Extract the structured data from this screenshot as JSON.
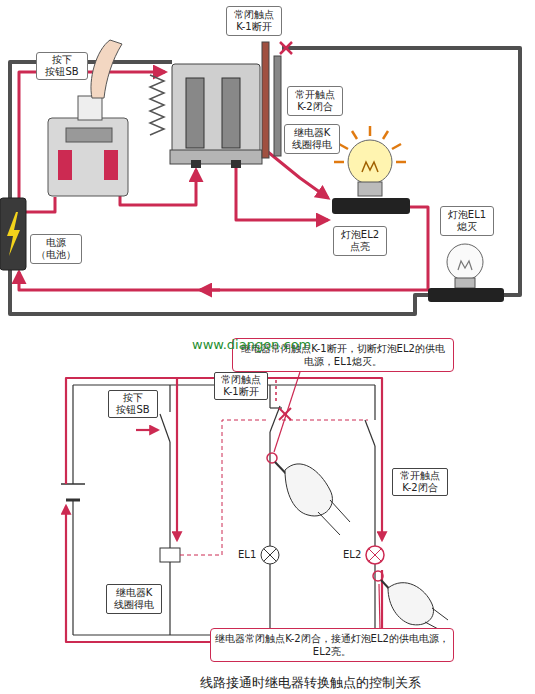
{
  "diagram": {
    "caption": "线路接通时继电器转换触点的控制关系",
    "nodes": [
      {
        "text": [
          "常闭触点 K-1断开"
        ]
      },
      {
        "text": [
          "按下 按钮SB"
        ]
      },
      {
        "text": [
          "常开触点 K-2闭合"
        ]
      },
      {
        "text": [
          "继电器K 线圈得电"
        ]
      },
      {
        "text": [
          "灯泡EL1 熄灭"
        ]
      },
      {
        "text": [
          "灯泡EL2 点亮"
        ]
      },
      {
        "text": [
          "电源 （电池）"
        ]
      },
      {
        "text": [
          "继电器常闭触点K-1断开，切断灯泡EL2的供电电源，EL1熄灭。"
        ]
      },
      {
        "text": [
          "按下 按钮SB"
        ]
      },
      {
        "text": [
          "常闭触点 K-1断开"
        ]
      },
      {
        "text": [
          "常开触点 K-2闭合"
        ]
      },
      {
        "text": [
          "继电器K 线圈得电"
        ]
      },
      {
        "text": [
          "继电器常闭触点K-2闭合，接通灯泡EL2的供电电源，EL2亮。"
        ]
      }
    ],
    "labels": [
      "www.diangon.com",
      "EL1",
      "EL2"
    ]
  }
}
